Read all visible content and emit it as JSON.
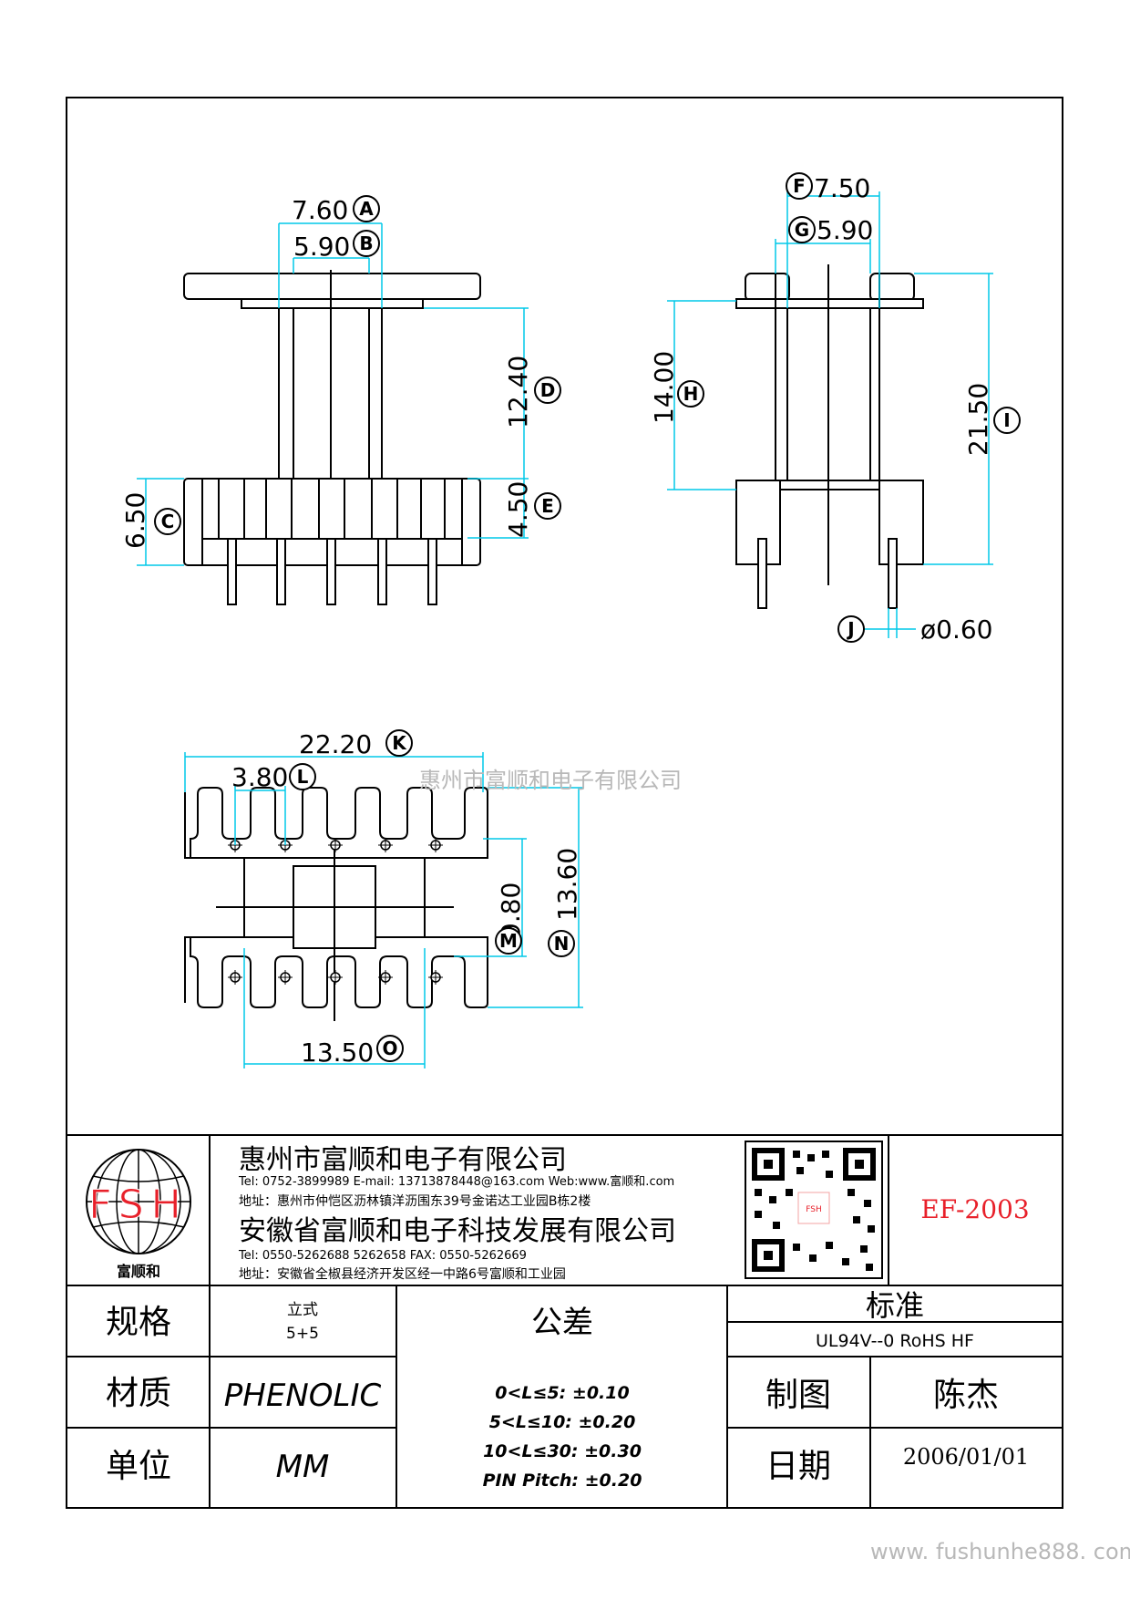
{
  "watermark_center": "惠州市富顺和电子有限公司",
  "watermark_footer": "www. fushunhe888. com",
  "views": {
    "front": {
      "dims": [
        {
          "letter": "A",
          "value": "7.60"
        },
        {
          "letter": "B",
          "value": "5.90"
        },
        {
          "letter": "D",
          "value": "12.40"
        },
        {
          "letter": "E",
          "value": "4.50"
        },
        {
          "letter": "C",
          "value": "6.50"
        }
      ]
    },
    "side": {
      "dims": [
        {
          "letter": "F",
          "value": "7.50"
        },
        {
          "letter": "G",
          "value": "5.90"
        },
        {
          "letter": "H",
          "value": "14.00"
        },
        {
          "letter": "I",
          "value": "21.50"
        },
        {
          "letter": "J",
          "value": "ø0.60"
        }
      ]
    },
    "bottom": {
      "dims": [
        {
          "letter": "K",
          "value": "22.20"
        },
        {
          "letter": "L",
          "value": "3.80"
        },
        {
          "letter": "M",
          "value": "9.80"
        },
        {
          "letter": "N",
          "value": "13.60"
        },
        {
          "letter": "O",
          "value": "13.50"
        }
      ]
    }
  },
  "title_block": {
    "logo": {
      "letters": "FSH",
      "caption": "富顺和"
    },
    "company1": {
      "name": "惠州市富顺和电子有限公司",
      "contact": "Tel:  0752-3899989  E-mail: 13713878448@163.com  Web:www.富顺和.com",
      "address": "地址：惠州市仲恺区沥林镇洋沥围东39号金诺达工业园B栋2楼"
    },
    "company2": {
      "name": "安徽省富顺和电子科技发展有限公司",
      "contact": "Tel:  0550-5262688  5262658     FAX: 0550-5262669",
      "address": "地址：安徽省全椒县经济开发区经一中路6号富顺和工业园"
    },
    "qr_center": "FSH",
    "part_number": "EF-2003",
    "rows": {
      "spec_label": "规格",
      "spec_value_1": "立式",
      "spec_value_2": "5+5",
      "material_label": "材质",
      "material_value": "PHENOLIC",
      "unit_label": "单位",
      "unit_value": "MM",
      "tolerance_label": "公差",
      "tolerances": [
        "0<L≤5: ±0.10",
        "5<L≤10: ±0.20",
        "10<L≤30: ±0.30",
        "PIN Pitch: ±0.20"
      ],
      "standard_label": "标准",
      "standard_value": "UL94V--0  RoHS HF",
      "drawn_label": "制图",
      "drawn_value": "陈杰",
      "date_label": "日期",
      "date_value": "2006/01/01"
    }
  }
}
